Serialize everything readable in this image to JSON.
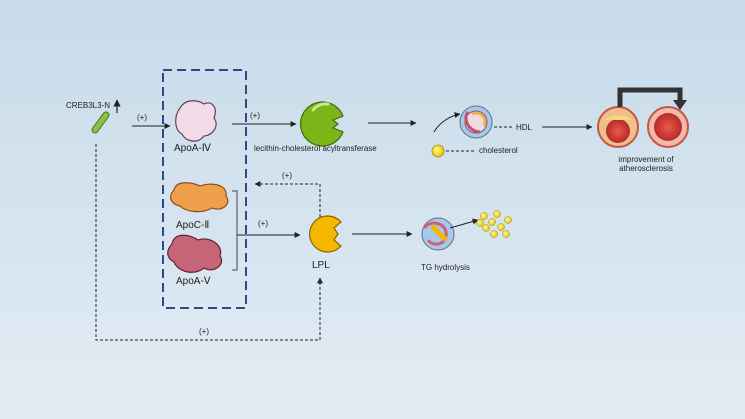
{
  "diagram": {
    "gene_label": "CREB3L3-N",
    "up_arrow": "↑",
    "plus": "(+)",
    "apoa4": "ApoA-Ⅳ",
    "apoc2": "ApoC-Ⅱ",
    "apoa5": "ApoA-Ⅴ",
    "lcat": "lecithin-cholesterol acyltransferase",
    "lpl": "LPL",
    "hdl": "HDL",
    "cholesterol": "cholesterol",
    "tg_hydrolysis": "TG hydrolysis",
    "outcome_line1": "improvement of",
    "outcome_line2": "atherosclerosis"
  },
  "colors": {
    "dashed_box": "#2c4a8a",
    "lcat_green": "#7cb518",
    "lpl_yellow": "#f5b800",
    "apoa4_pink": "#f2dbe8",
    "apoc2_orange": "#f0a04b",
    "apoa5_rose": "#c86478",
    "gene_green": "#8bc34a"
  }
}
